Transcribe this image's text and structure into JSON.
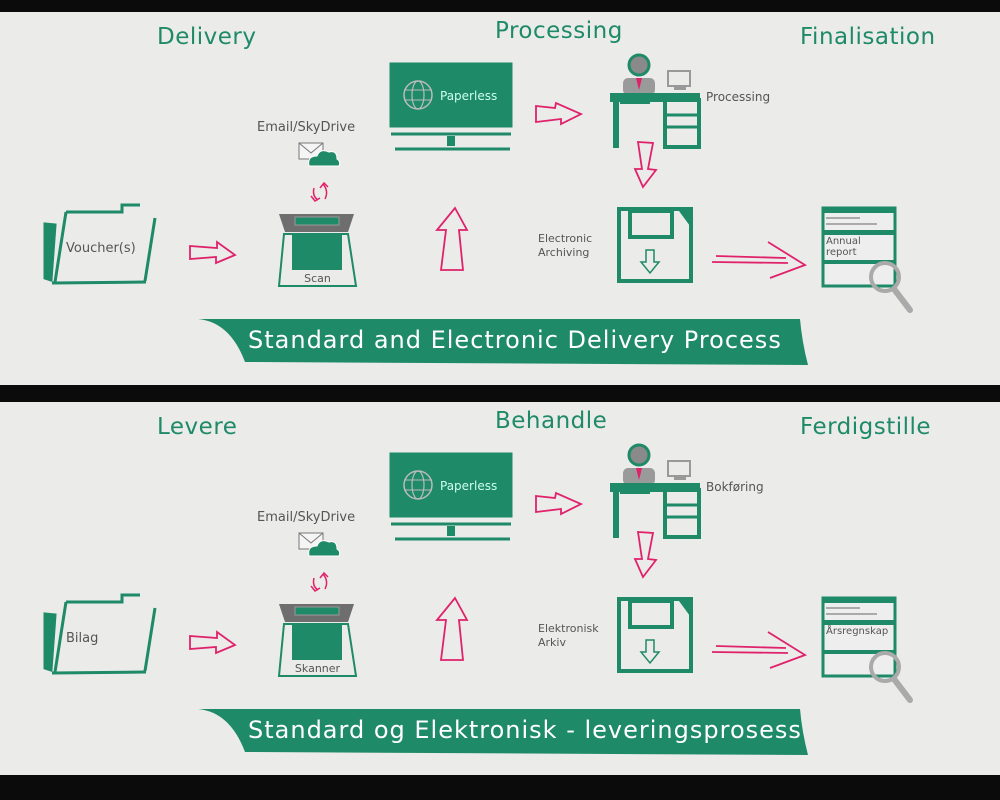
{
  "colors": {
    "green": "#1e8a68",
    "pink": "#e0226b",
    "gray": "#8a8a8a",
    "background": "#ebebea"
  },
  "panels": [
    {
      "language": "English",
      "headings": {
        "delivery": "Delivery",
        "processing": "Processing",
        "finalisation": "Finalisation"
      },
      "labels": {
        "email": "Email/SkyDrive",
        "folder": "Voucher(s)",
        "scanner": "Scan",
        "monitor": "Paperless",
        "desk": "Processing",
        "archive": "Electronic\nArchiving",
        "report": "Annual\nreport"
      },
      "banner": "Standard and Electronic Delivery Process"
    },
    {
      "language": "Norwegian",
      "headings": {
        "delivery": "Levere",
        "processing": "Behandle",
        "finalisation": "Ferdigstille"
      },
      "labels": {
        "email": "Email/SkyDrive",
        "folder": "Bilag",
        "scanner": "Skanner",
        "monitor": "Paperless",
        "desk": "Bokføring",
        "archive": "Elektronisk\nArkiv",
        "report": "Årsregnskap"
      },
      "banner": "Standard og Elektronisk - leveringsprosess"
    }
  ]
}
